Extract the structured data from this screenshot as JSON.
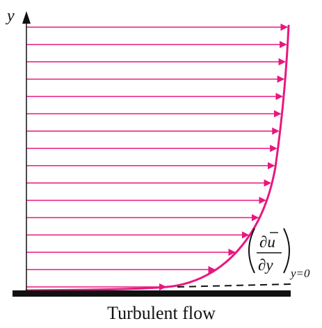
{
  "diagram": {
    "axis_y_label": "y",
    "caption": "Turbulent flow",
    "gradient_label": {
      "numerator": "∂u",
      "denominator": "∂y",
      "subscript": "y=0"
    },
    "colors": {
      "profile": "#e8177f",
      "arrows": "#e8177f",
      "axis": "#111111",
      "wall": "#111111",
      "tangent": "#111111"
    },
    "arrow_count": 16
  }
}
